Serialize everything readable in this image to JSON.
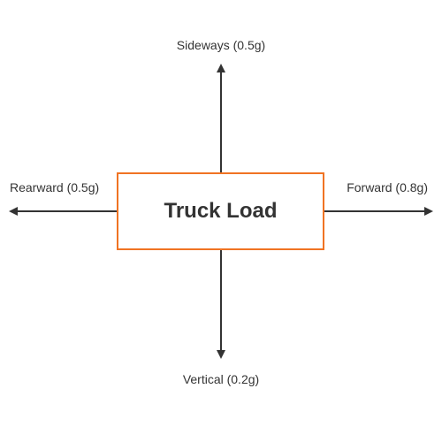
{
  "diagram": {
    "center": {
      "label": "Truck Load",
      "border_color": "#f07323"
    },
    "arrows": {
      "up": {
        "label": "Sideways (0.5g)",
        "icon": "arrow-up-icon"
      },
      "down": {
        "label": "Vertical (0.2g)",
        "icon": "arrow-down-icon"
      },
      "left": {
        "label": "Rearward (0.5g)",
        "icon": "arrow-left-icon"
      },
      "right": {
        "label": "Forward (0.8g)",
        "icon": "arrow-right-icon"
      }
    },
    "arrow_color": "#333333",
    "text_color": "#333333"
  }
}
